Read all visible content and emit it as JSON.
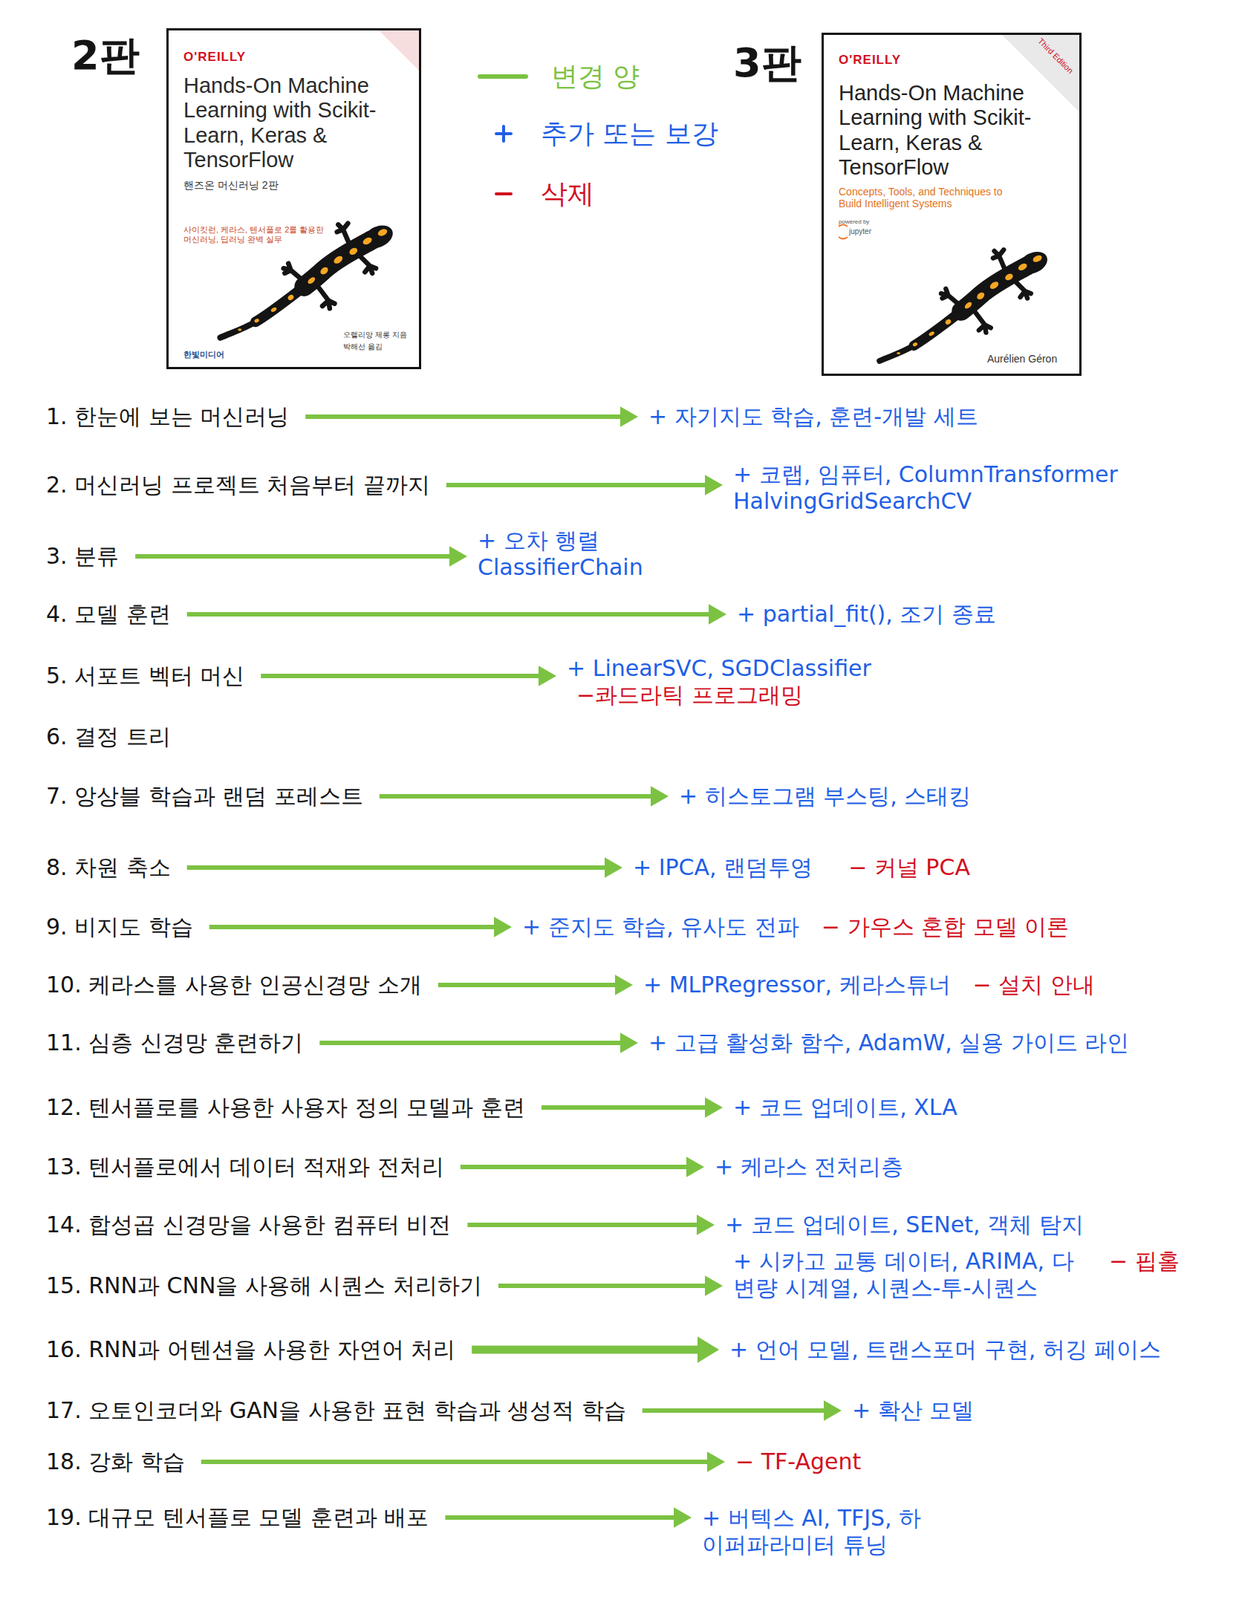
{
  "diagram": {
    "nodes": [
      {
        "text": [
          "O'REILLY",
          "Hands-On Machine Learning with Scikit-Learn, Keras & TensorFlow",
          "핸즈온 머신러닝 2판",
          "사이킷런, 케라스, 텐서플로 2를 활용한 머신러닝, 딥러닝 완벽 실무",
          "한빛미디어",
          "오렐리앙 제롱 지음",
          "박해선 옮김"
        ]
      },
      {
        "text": [
          "O'REILLY",
          "Third Edition",
          "Hands-On Machine Learning with Scikit-Learn, Keras & TensorFlow",
          "Concepts, Tools, and Techniques to Build Intelligent Systems",
          "powered by",
          "jupyter",
          "Aurélien Géron"
        ]
      },
      {
        "text": [
          "1. 한눈에 보는 머신러닝"
        ]
      },
      {
        "text": [
          "+ 자기지도 학습, 훈련-개발 세트"
        ]
      },
      {
        "text": [
          "2. 머신러닝 프로젝트 처음부터 끝까지"
        ]
      },
      {
        "text": [
          "+ 코랩, 임퓨터, ColumnTransformer HalvingGridSearchCV"
        ]
      },
      {
        "text": [
          "3. 분류"
        ]
      },
      {
        "text": [
          "+ 오차 행렬 ClassifierChain"
        ]
      },
      {
        "text": [
          "4. 모델 훈련"
        ]
      },
      {
        "text": [
          "+ partial_fit(), 조기 종료"
        ]
      },
      {
        "text": [
          "5. 서포트 벡터 머신"
        ]
      },
      {
        "text": [
          "+ LinearSVC, SGDClassifier",
          "−콰드라틱 프로그래밍"
        ]
      },
      {
        "text": [
          "6. 결정 트리"
        ]
      },
      {
        "text": [
          "7. 앙상블 학습과 랜덤 포레스트"
        ]
      },
      {
        "text": [
          "+ 히스토그램 부스팅, 스태킹"
        ]
      },
      {
        "text": [
          "8. 차원 축소"
        ]
      },
      {
        "text": [
          "+ IPCA, 랜덤투영",
          "− 커널 PCA"
        ]
      },
      {
        "text": [
          "9. 비지도 학습"
        ]
      },
      {
        "text": [
          "+ 준지도 학습, 유사도 전파",
          "− 가우스 혼합 모델 이론"
        ]
      },
      {
        "text": [
          "10. 케라스를 사용한 인공신경망 소개"
        ]
      },
      {
        "text": [
          "+ MLPRegressor, 케라스튜너",
          "− 설치 안내"
        ]
      },
      {
        "text": [
          "11. 심층 신경망 훈련하기"
        ]
      },
      {
        "text": [
          "+ 고급 활성화 함수, AdamW, 실용 가이드 라인"
        ]
      },
      {
        "text": [
          "12. 텐서플로를 사용한 사용자 정의 모델과 훈련"
        ]
      },
      {
        "text": [
          "+ 코드 업데이트, XLA"
        ]
      },
      {
        "text": [
          "13. 텐서플로에서 데이터 적재와 전처리"
        ]
      },
      {
        "text": [
          "+ 케라스 전처리층"
        ]
      },
      {
        "text": [
          "14. 합성곱 신경망을 사용한 컴퓨터 비전"
        ]
      },
      {
        "text": [
          "+ 코드 업데이트, SENet, 객체 탐지"
        ]
      },
      {
        "text": [
          "15. RNN과 CNN을 사용해 시퀀스 처리하기"
        ]
      },
      {
        "text": [
          "+ 시카고 교통 데이터, ARIMA, 다변량 시계열, 시퀀스-투-시퀀스",
          "− 핍홀"
        ]
      },
      {
        "text": [
          "16. RNN과 어텐션을 사용한 자연어 처리"
        ]
      },
      {
        "text": [
          "+ 언어 모델, 트랜스포머 구현, 허깅 페이스"
        ]
      },
      {
        "text": [
          "17. 오토인코더와 GAN을 사용한 표현 학습과 생성적 학습"
        ]
      },
      {
        "text": [
          "+ 확산 모델"
        ]
      },
      {
        "text": [
          "18. 강화 학습"
        ]
      },
      {
        "text": [
          "− TF-Agent"
        ]
      },
      {
        "text": [
          "19. 대규모 텐서플로 모델 훈련과 배포"
        ]
      },
      {
        "text": [
          "+ 버텍스 AI, TFJS, 하이퍼파라미터 튜닝"
        ]
      }
    ],
    "edges": [
      {
        "from": 2,
        "to": 3,
        "arrow": "to"
      },
      {
        "from": 4,
        "to": 5,
        "arrow": "to"
      },
      {
        "from": 6,
        "to": 7,
        "arrow": "to"
      },
      {
        "from": 8,
        "to": 9,
        "arrow": "to"
      },
      {
        "from": 10,
        "to": 11,
        "arrow": "to"
      },
      {
        "from": 13,
        "to": 14,
        "arrow": "to"
      },
      {
        "from": 15,
        "to": 16,
        "arrow": "to"
      },
      {
        "from": 17,
        "to": 18,
        "arrow": "to"
      },
      {
        "from": 19,
        "to": 20,
        "arrow": "to"
      },
      {
        "from": 21,
        "to": 22,
        "arrow": "to"
      },
      {
        "from": 23,
        "to": 24,
        "arrow": "to"
      },
      {
        "from": 25,
        "to": 26,
        "arrow": "to"
      },
      {
        "from": 27,
        "to": 28,
        "arrow": "to"
      },
      {
        "from": 29,
        "to": 30,
        "arrow": "to"
      },
      {
        "from": 31,
        "to": 32,
        "arrow": "to"
      },
      {
        "from": 33,
        "to": 34,
        "arrow": "to"
      },
      {
        "from": 35,
        "to": 36,
        "arrow": "to"
      },
      {
        "from": 37,
        "to": 38,
        "arrow": "to"
      }
    ],
    "labels": [
      "2판",
      "3판"
    ],
    "legend": [
      {
        "text": "변경 양",
        "color": "#7cc242"
      },
      {
        "text": "추가 또는 보강",
        "color": "#1f5fe6"
      },
      {
        "text": "삭제",
        "color": "#d20f1e"
      }
    ]
  }
}
